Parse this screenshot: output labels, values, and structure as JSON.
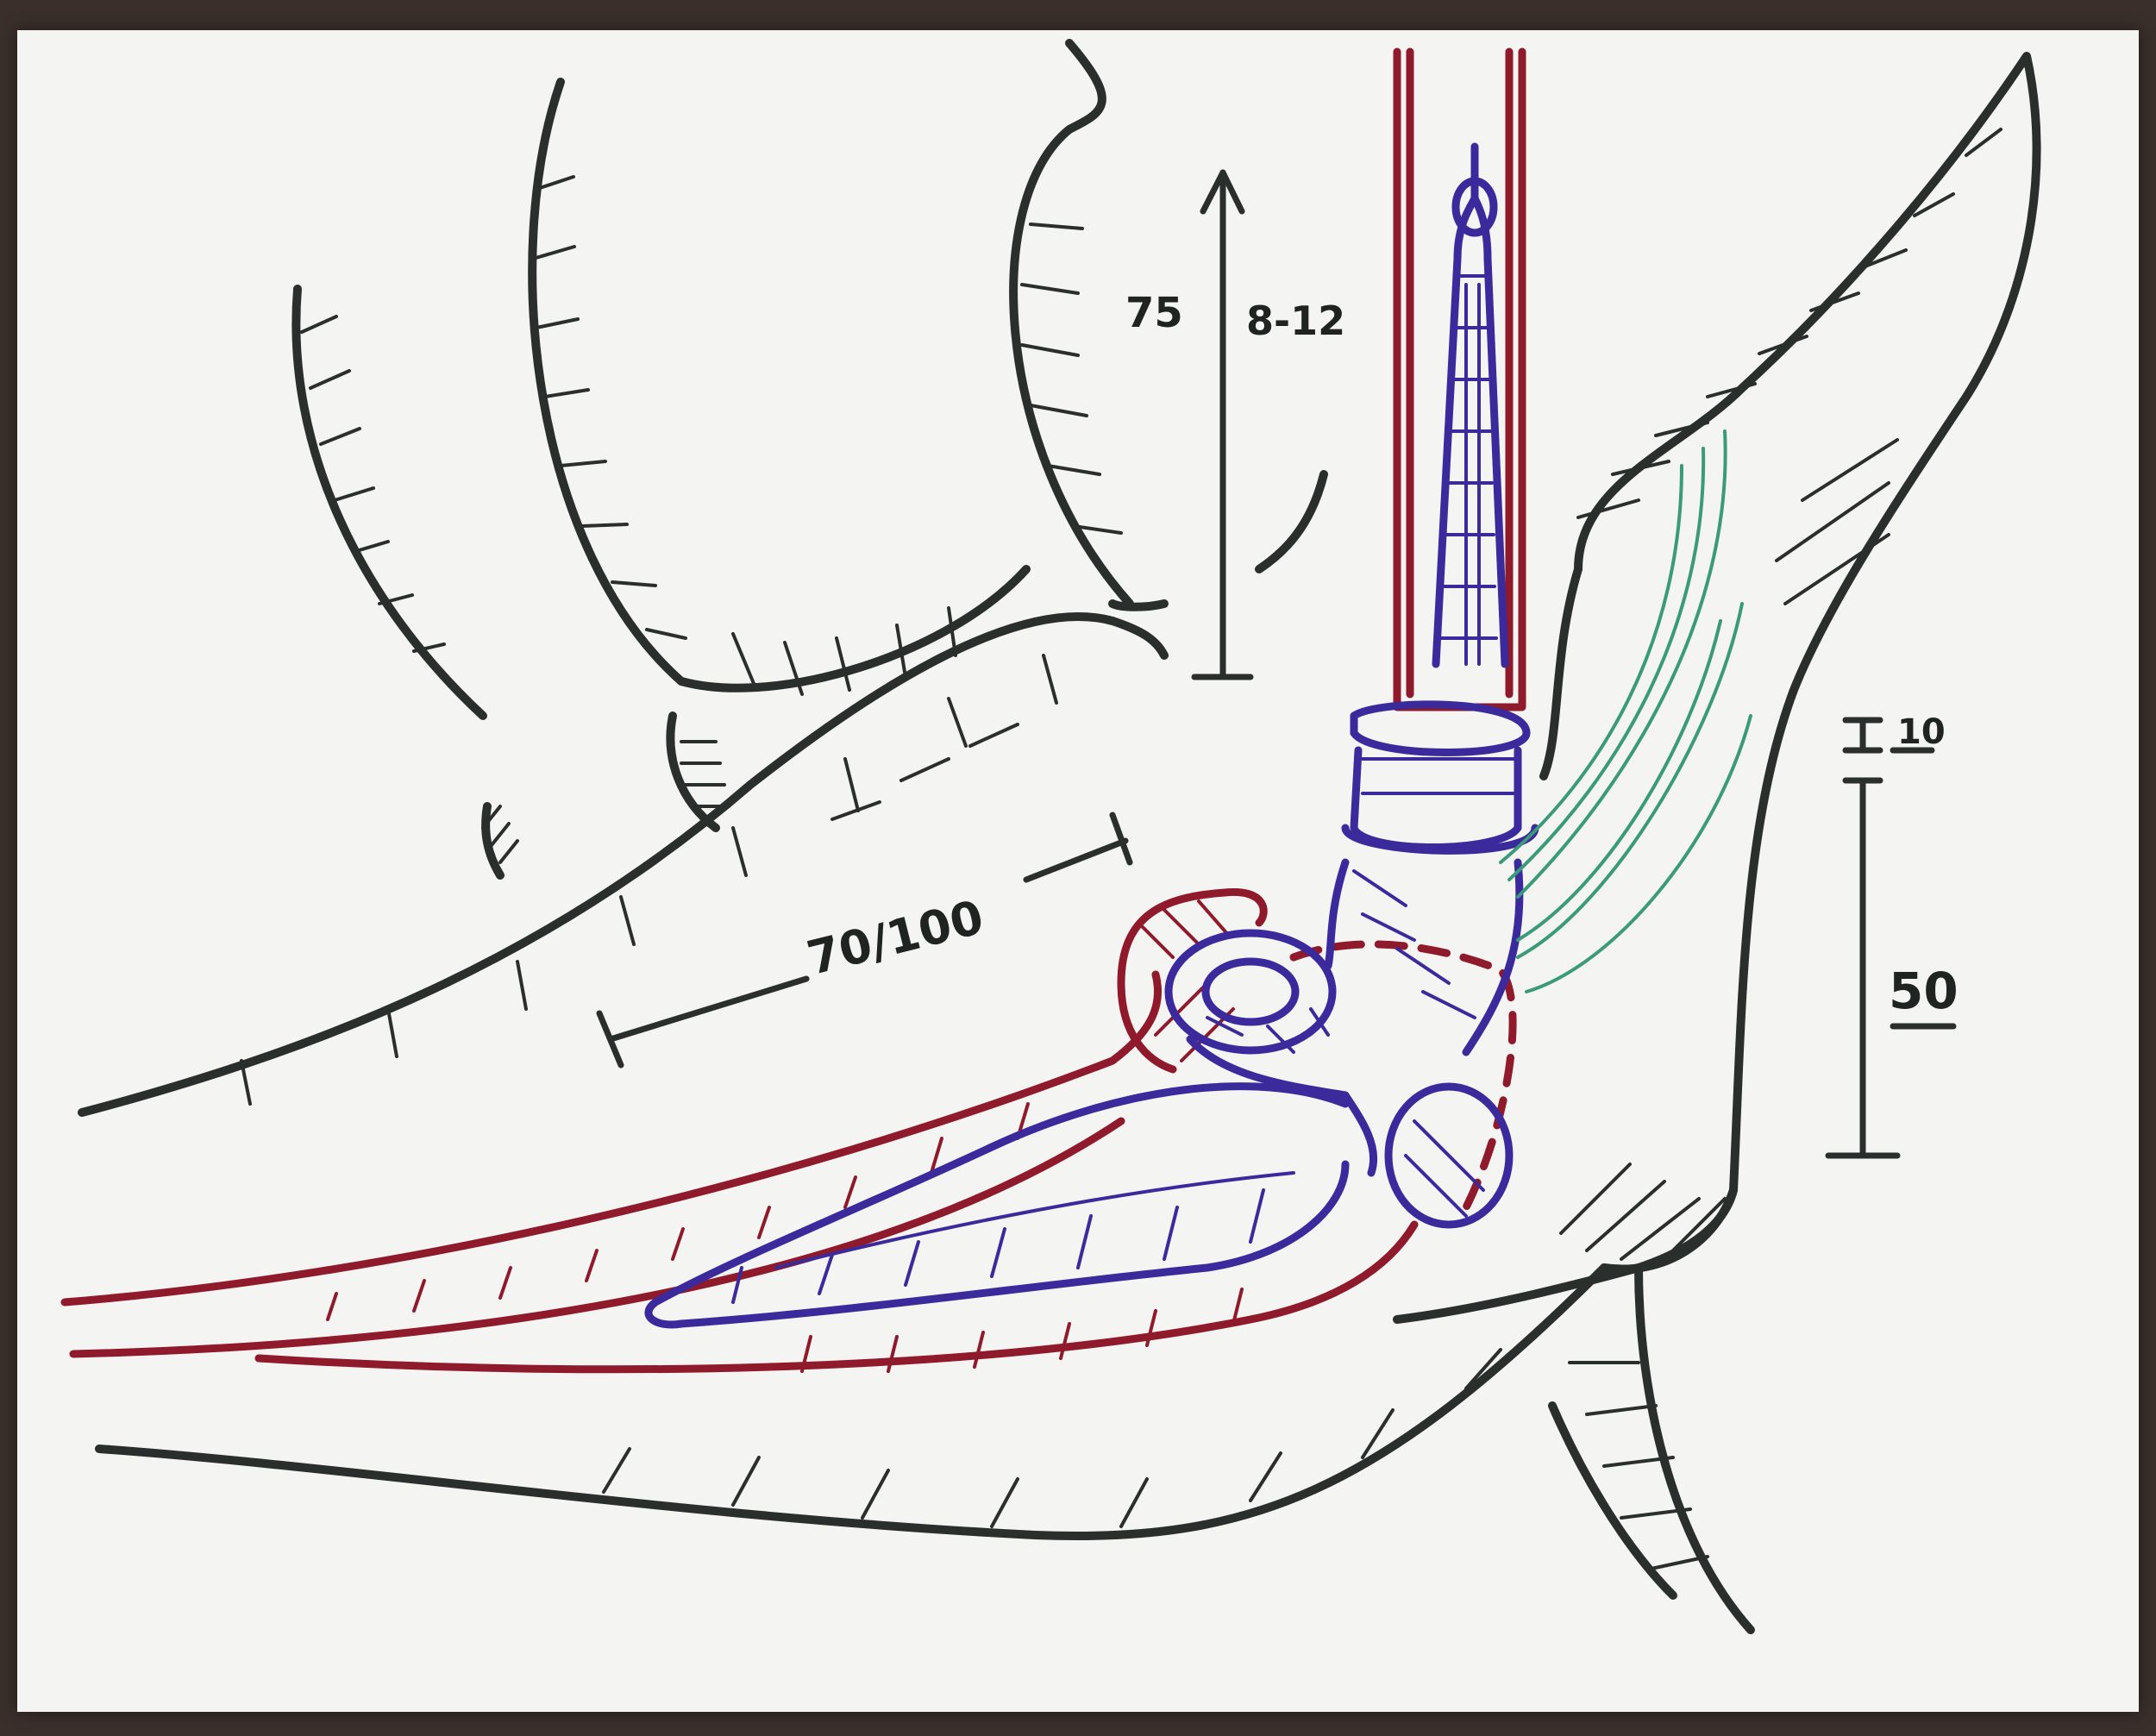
{
  "labels": {
    "depth": "75",
    "length_range": "8-12",
    "distance": "70/100",
    "small_gap": "10",
    "large_gap": "50"
  },
  "colors": {
    "board": "#f4f4f2",
    "black_ink": "#2a2f2d",
    "red_ink": "#8e1a2c",
    "blue_ink": "#3a2a9c",
    "green_ink": "#3a9a7a"
  }
}
